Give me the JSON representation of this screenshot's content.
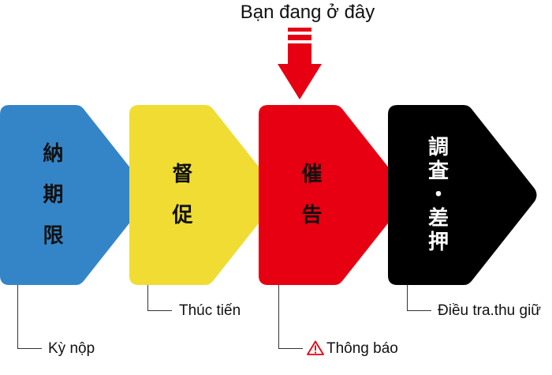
{
  "indicator": {
    "label": "Bạn đang ở đây",
    "color": "#e60012"
  },
  "steps": [
    {
      "id": "deadline",
      "text_lines": [
        "納",
        "期",
        "限"
      ],
      "caption": "Kỳ nộp",
      "color": "#3485c8",
      "text_color": "#111111"
    },
    {
      "id": "reminder",
      "text_lines": [
        "督",
        "促"
      ],
      "caption": "Thúc tiến",
      "color": "#f0dc32",
      "text_color": "#111111"
    },
    {
      "id": "notice",
      "text_lines": [
        "催",
        "告"
      ],
      "caption": "Thông báo",
      "caption_icon": "warning-icon",
      "color": "#e60012",
      "text_color": "#111111",
      "current": true
    },
    {
      "id": "investigation",
      "text_lines": [
        "調",
        "査",
        "・",
        "差",
        "押"
      ],
      "caption": "Điều tra.thu giữ",
      "color": "#000000",
      "text_color": "#ffffff"
    }
  ]
}
